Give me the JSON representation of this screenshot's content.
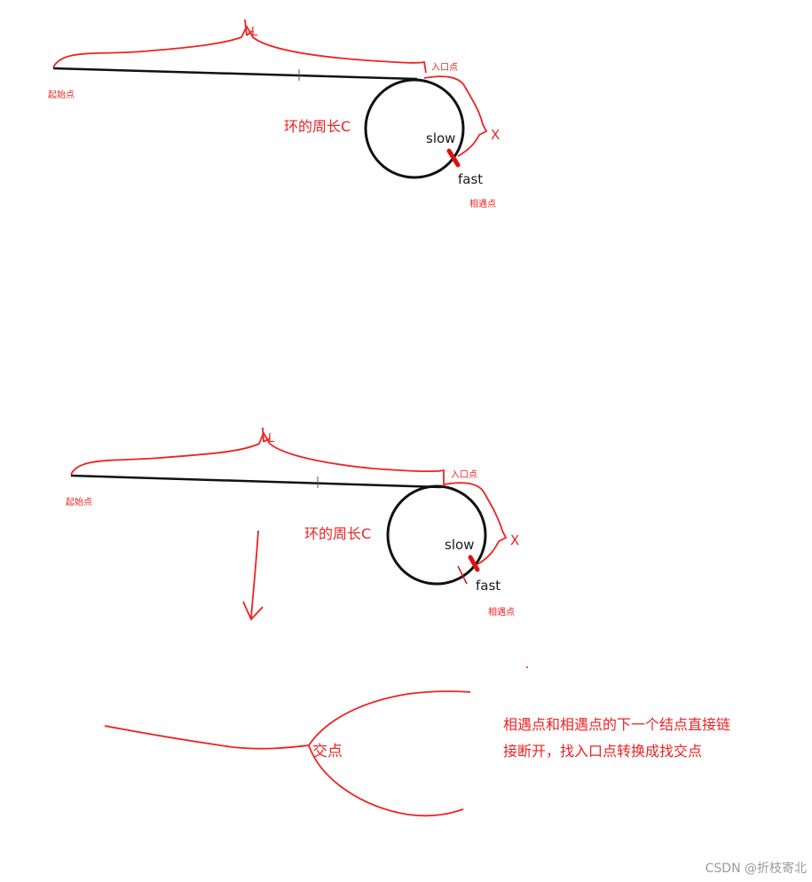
{
  "colors": {
    "ink": "#111111",
    "marker": "#ee2222"
  },
  "diagram1": {
    "start_label": "起始点",
    "L_label": "L",
    "entry_label": "入口点",
    "cycle_label": "环的周长C",
    "slow_label": "slow",
    "fast_label": "fast",
    "x_label": "X",
    "meet_label": "相遇点"
  },
  "diagram2": {
    "start_label": "起始点",
    "L_label": "L",
    "entry_label": "入口点",
    "cycle_label": "环的周长C",
    "slow_label": "slow",
    "fast_label": "fast",
    "x_label": "X",
    "meet_label": "相遇点"
  },
  "intersection": {
    "node_label": "交点",
    "note_line1": "相遇点和相遇点的下一个结点直接链",
    "note_line2": "接断开，找入口点转换成找交点"
  },
  "watermark": "CSDN @折枝寄北"
}
